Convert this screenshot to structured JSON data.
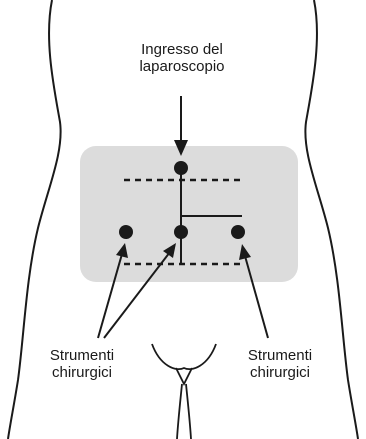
{
  "labels": {
    "laparoscope": {
      "line1": "Ingresso del",
      "line2": "laparoscopio"
    },
    "instruments_left": {
      "line1": "Strumenti",
      "line2": "chirurgici"
    },
    "instruments_right": {
      "line1": "Strumenti",
      "line2": "chirurgici"
    }
  },
  "colors": {
    "outline": "#1a1a1a",
    "shaded_region": "#dcdcdc",
    "background": "#ffffff"
  }
}
